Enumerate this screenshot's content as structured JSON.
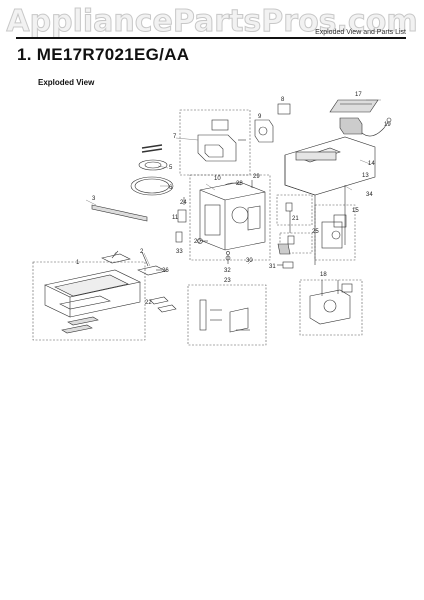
{
  "watermark": "AppliancePartsPros.com",
  "header": {
    "label": "Exploded View and Parts List"
  },
  "title": "1. ME17R7021EG/AA",
  "section": {
    "heading": "Exploded View"
  },
  "callouts": {
    "c1": "1",
    "c2": "2",
    "c3": "3",
    "c5": "5",
    "c6": "6",
    "c7": "7",
    "c8": "8",
    "c9": "9",
    "c10": "10",
    "c11": "11",
    "c13": "13",
    "c14": "14",
    "c15": "15",
    "c17": "17",
    "c18": "18",
    "c19": "19",
    "c20": "20",
    "c21": "21",
    "c22": "22",
    "c23": "23",
    "c24": "24",
    "c25": "25",
    "c26": "26",
    "c28": "28",
    "c29": "29",
    "c30": "30",
    "c31": "31",
    "c32": "32",
    "c33": "33",
    "c34": "34"
  }
}
